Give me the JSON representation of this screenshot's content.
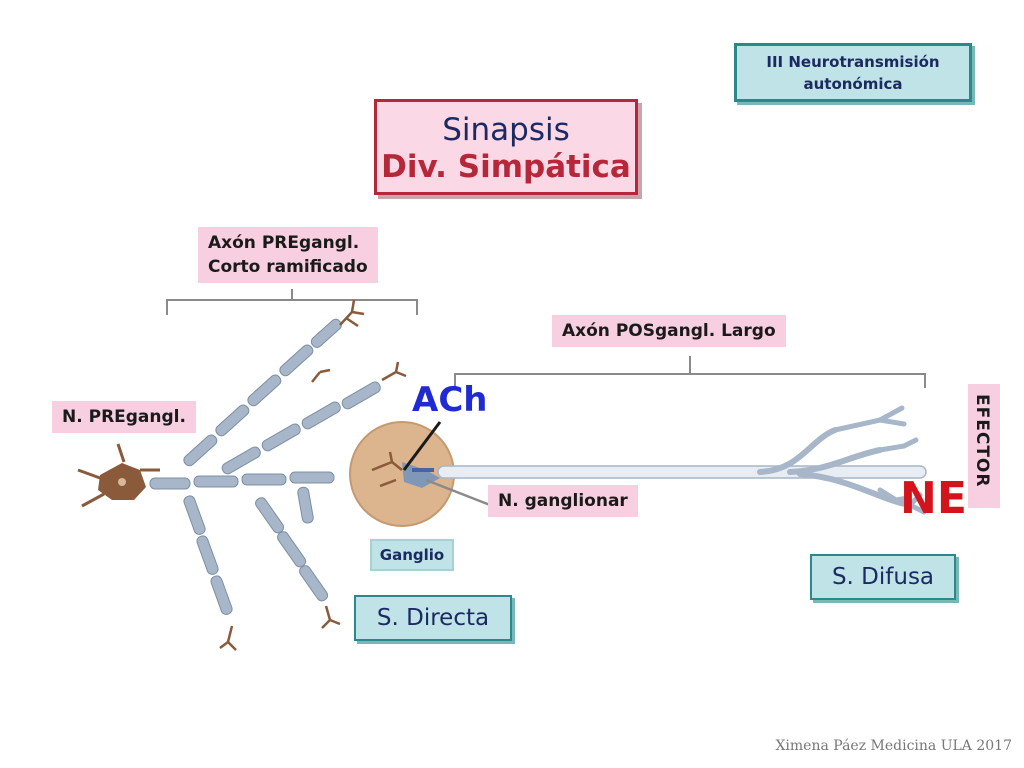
{
  "topic": {
    "line1": "III Neurotransmisión",
    "line2": "autonómica"
  },
  "title": {
    "line1": "Sinapsis",
    "line2": "Div. Simpática"
  },
  "labels": {
    "axon_pre_line1": "Axón PREgangl.",
    "axon_pre_line2": "Corto ramificado",
    "axon_pos": "Axón POSgangl. Largo",
    "n_pre": "N. PREgangl.",
    "n_ganglionar": "N. ganglionar",
    "ganglio": "Ganglio",
    "s_directa": "S. Directa",
    "s_difusa": "S. Difusa",
    "efector": "EFECTOR",
    "ach": "ACh",
    "ne": "NE"
  },
  "credit": "Ximena Páez Medicina ULA 2017",
  "colors": {
    "teal_box": "#bfe3e6",
    "teal_border": "#2a8a8a",
    "pink_box": "#f7cfe0",
    "title_border": "#b4283a",
    "ach": "#1f2bd1",
    "ne": "#d4141c",
    "axon": "#a7b6c8",
    "ganglion": "#dcb48e",
    "neuron_body": "#8a5a3a"
  }
}
